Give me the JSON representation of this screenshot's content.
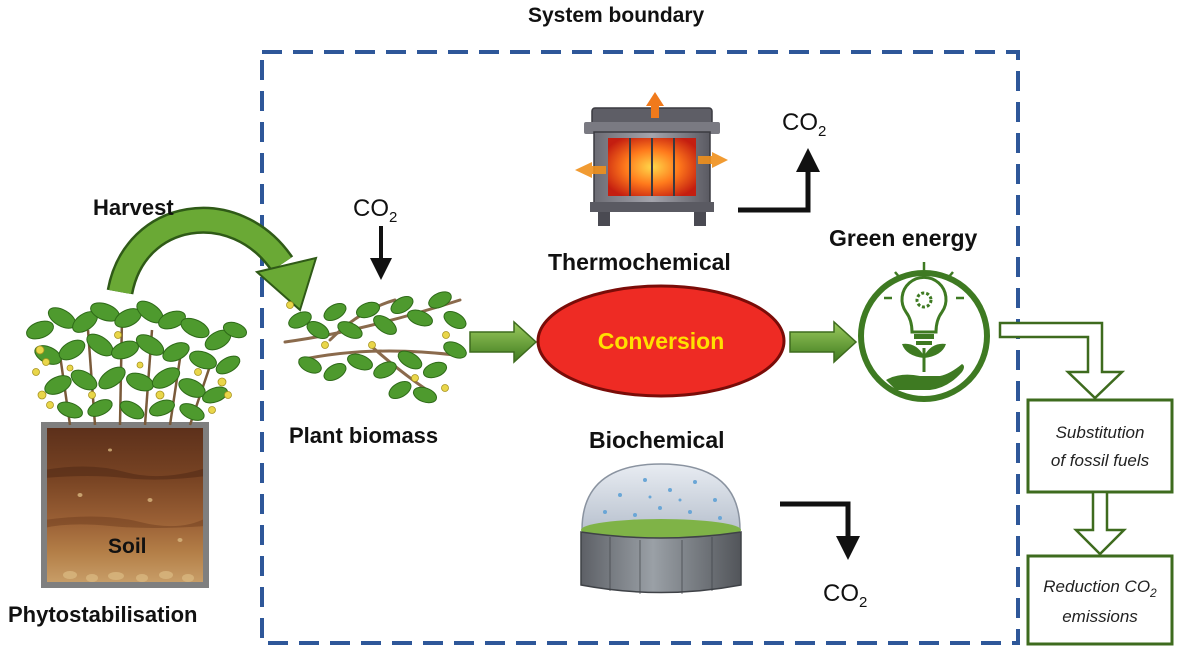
{
  "diagram": {
    "title": "System boundary",
    "left": {
      "harvest_label": "Harvest",
      "soil_label": "Soil",
      "phyto_label": "Phytostabilisation"
    },
    "biomass": {
      "co2_base": "CO",
      "co2_sub": "2",
      "label": "Plant biomass"
    },
    "conversion": {
      "label": "Conversion",
      "fill_color": "#ee2b24",
      "text_color": "#ffe000"
    },
    "thermo": {
      "label": "Thermochemical",
      "co2_base": "CO",
      "co2_sub": "2"
    },
    "bio": {
      "label": "Biochemical",
      "co2_base": "CO",
      "co2_sub": "2"
    },
    "green": {
      "label": "Green energy",
      "icon": "lightbulb-plant-hand-icon",
      "color": "#3e7a22"
    },
    "outcomes": {
      "substitution_line1": "Substitution",
      "substitution_line2": "of fossil fuels",
      "reduction_line1_base": "Reduction CO",
      "reduction_line1_sub": "2",
      "reduction_line2": "emissions"
    },
    "colors": {
      "boundary": "#2e5799",
      "arrow_green": "#5f9a2c",
      "arrow_green_dark": "#3e6b1e"
    }
  }
}
